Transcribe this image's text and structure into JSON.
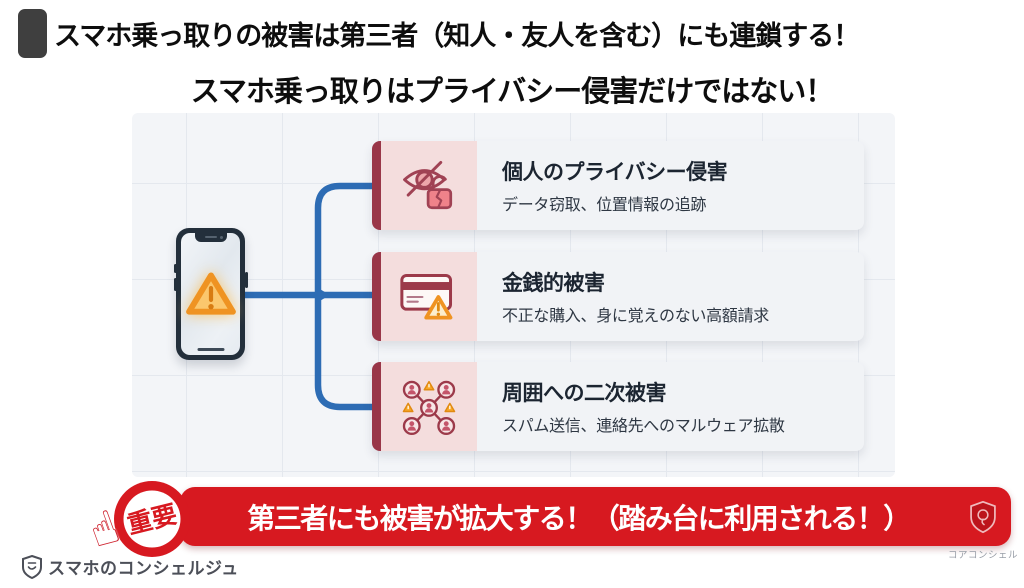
{
  "header": {
    "title": "スマホ乗っ取りの被害は第三者（知人・友人を含む）にも連鎖する！",
    "subtitle_part1": "スマホ乗っ取り",
    "subtitle_part2": "は",
    "subtitle_part3": "プライバシー侵害",
    "subtitle_part4": "だけではない！"
  },
  "diagram": {
    "source_icon": "smartphone-warning-icon",
    "cards": [
      {
        "icon": "eye-off-broken-lock-icon",
        "title": "個人のプライバシー侵害",
        "desc": "データ窃取、位置情報の追跡"
      },
      {
        "icon": "credit-card-warning-icon",
        "title": "金銭的被害",
        "desc": "不正な購入、身に覚えのない高額請求"
      },
      {
        "icon": "contacts-network-warning-icon",
        "title": "周囲への二次被害",
        "desc": "スパム送信、連絡先へのマルウェア拡散"
      }
    ]
  },
  "banner": {
    "stamp_label": "重要",
    "text": "第三者にも被害が拡大する！（踏み台に利用される！）"
  },
  "footer": {
    "brand": "スマホのコンシェルジュ",
    "watermark": "コアコンシェル"
  },
  "colors": {
    "banner_red": "#d71920",
    "maroon": "#993648",
    "card_icon_bg": "#f4dddd",
    "card_bg": "#f1f3f6",
    "connector_blue": "#2d6cb4",
    "warning_orange": "#ef9322"
  }
}
